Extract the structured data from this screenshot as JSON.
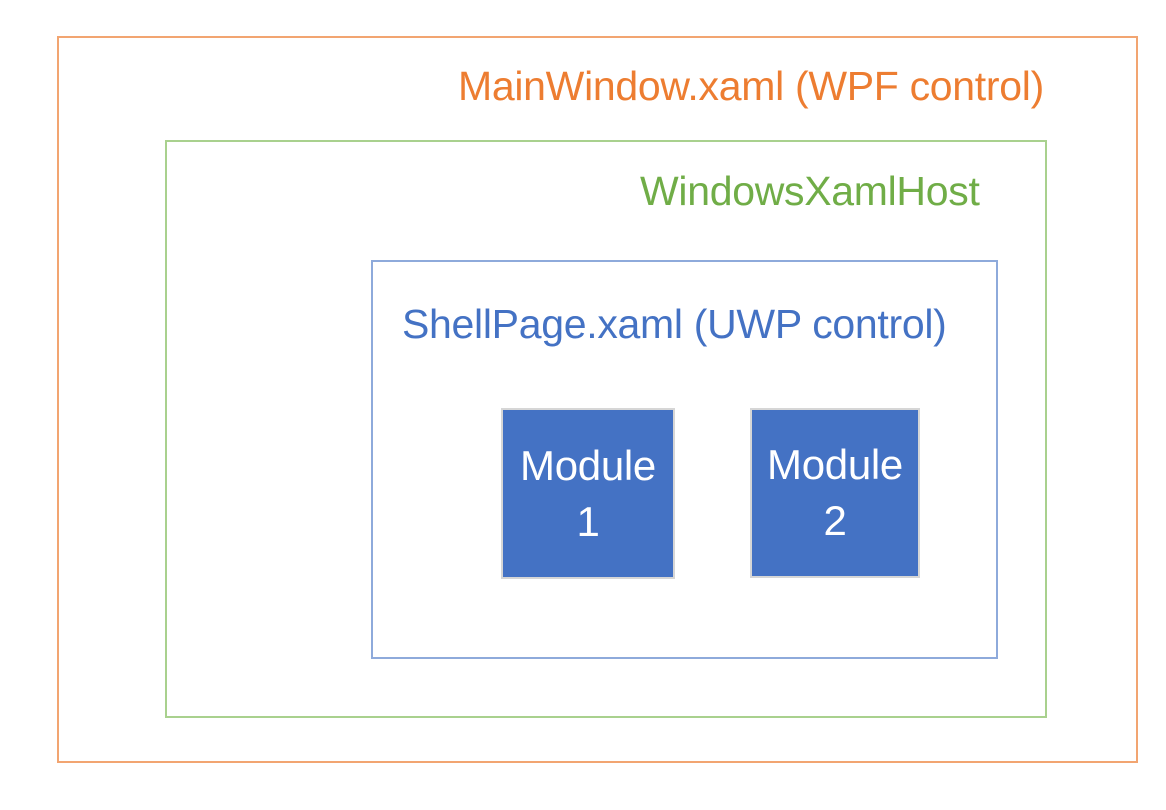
{
  "colors": {
    "wpf_text": "#ED7D31",
    "wpf_border": "#F2A571",
    "host_text": "#70AD47",
    "host_border": "#A9D18E",
    "shell_text": "#4472C4",
    "shell_border": "#8EAADB",
    "module_fill": "#4472C4",
    "module_border": "#D6D6D6",
    "module_text": "#FFFFFF",
    "background": "#FFFFFF"
  },
  "diagram": {
    "wpf_window": {
      "label": "MainWindow.xaml (WPF control)"
    },
    "xaml_host": {
      "label": "WindowsXamlHost"
    },
    "shell_page": {
      "label": "ShellPage.xaml (UWP control)"
    },
    "modules": [
      {
        "lines": [
          "Module",
          "1"
        ]
      },
      {
        "lines": [
          "Module",
          "2"
        ]
      }
    ]
  }
}
